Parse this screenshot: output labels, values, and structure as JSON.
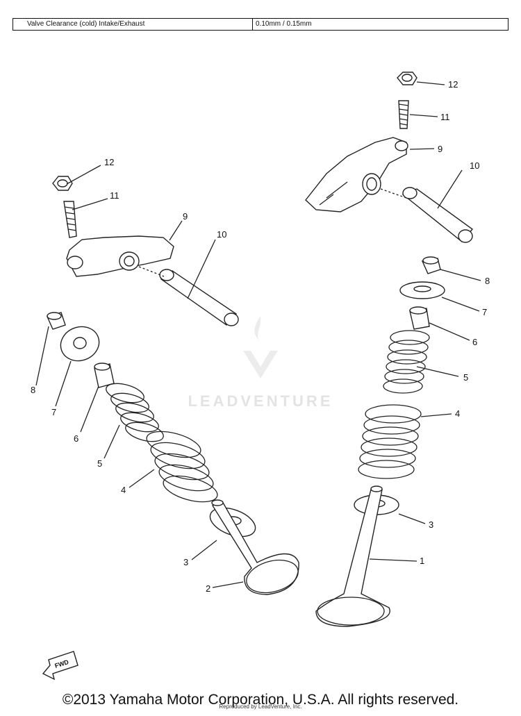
{
  "spec": {
    "label": "Valve Clearance (cold) Intake/Exhaust",
    "value": "0.10mm / 0.15mm"
  },
  "callouts": {
    "c1": "1",
    "c2": "2",
    "c3a": "3",
    "c3b": "3",
    "c4a": "4",
    "c4b": "4",
    "c5a": "5",
    "c5b": "5",
    "c6a": "6",
    "c6b": "6",
    "c7a": "7",
    "c7b": "7",
    "c8a": "8",
    "c8b": "8",
    "c9a": "9",
    "c9b": "9",
    "c10a": "10",
    "c10b": "10",
    "c11a": "11",
    "c11b": "11",
    "c12a": "12",
    "c12b": "12"
  },
  "fwd_label": "FWD",
  "watermark": "LEADVENTURE",
  "footer": {
    "copyright": "©2013 Yamaha Motor Corporation, U.S.A. All rights reserved.",
    "reproduced": "Reproduced by LeadVenture, Inc."
  }
}
